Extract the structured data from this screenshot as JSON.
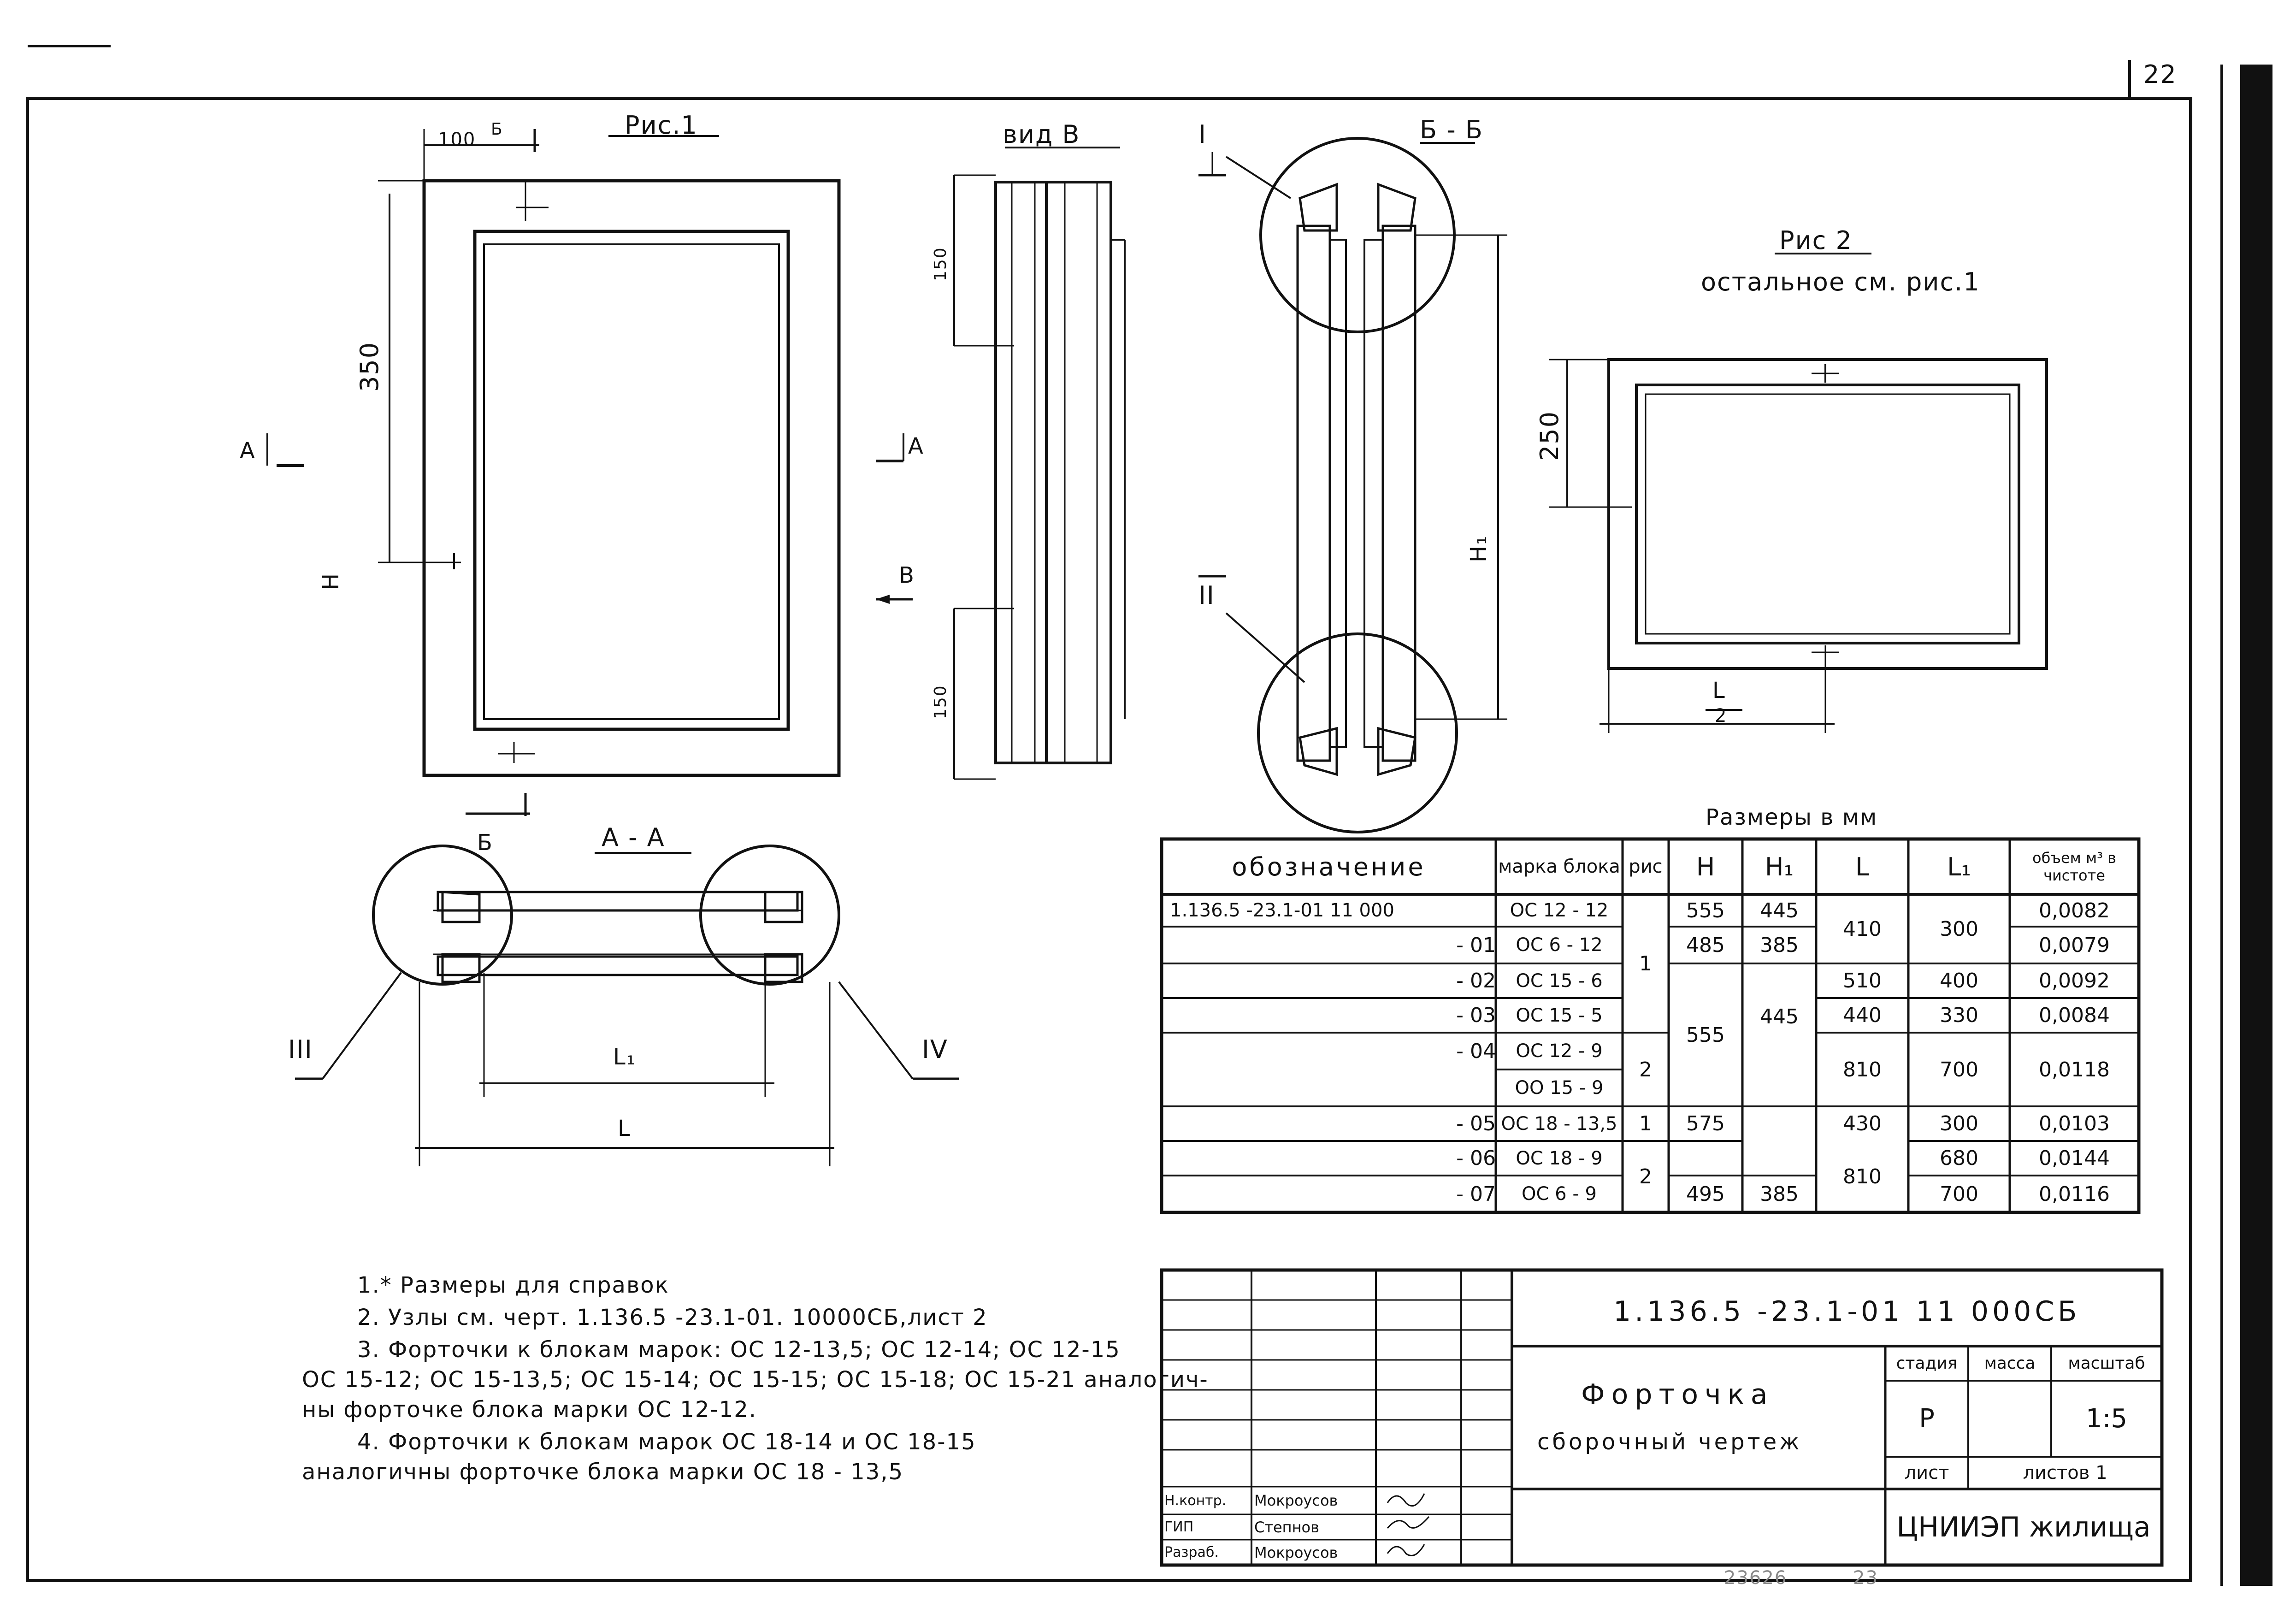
{
  "page_number": "22",
  "fig1": {
    "title": "Рис.1",
    "dim_100": "100",
    "dim_b": "Б",
    "dim_350": "350",
    "dim_h": "H",
    "section_a": "А"
  },
  "view_v": {
    "title": "вид В",
    "dim_150_top": "150",
    "dim_150_bottom": "150",
    "section_a": "А",
    "arrow_v": "В"
  },
  "section_bb": {
    "title": "Б - Б",
    "node_i": "I",
    "node_ii": "II",
    "dim_h1": "H₁"
  },
  "fig2": {
    "title": "Рис 2",
    "subtitle": "остальное см. рис.1",
    "dim_250": "250",
    "dim_l": "L",
    "dim_2": "2"
  },
  "section_aa": {
    "title": "А - А",
    "label_b": "Б",
    "node_iii": "III",
    "node_iv": "IV",
    "dim_l1": "L₁",
    "dim_l": "L"
  },
  "table": {
    "caption": "Размеры в мм",
    "headers": [
      "обозначение",
      "марка блока",
      "рис",
      "H",
      "H₁",
      "L",
      "L₁",
      "объем м³ в чистоте"
    ],
    "rows": [
      {
        "designation": "1.136.5 -23.1-01 11 000",
        "mark": "ОС 12 - 12",
        "fig": "",
        "h": "555",
        "h1": "445",
        "l": "",
        "l1": "",
        "volume": "0,0082"
      },
      {
        "designation": "- 01",
        "mark": "ОС 6 - 12",
        "fig": "",
        "h": "485",
        "h1": "385",
        "l": "",
        "l1": "",
        "volume": "0,0079"
      },
      {
        "designation": "- 02",
        "mark": "ОС 15 - 6",
        "fig": "",
        "h": "",
        "h1": "",
        "l": "510",
        "l1": "400",
        "volume": "0,0092"
      },
      {
        "designation": "- 03",
        "mark": "ОС 15 - 5",
        "fig": "",
        "h": "",
        "h1": "",
        "l": "440",
        "l1": "330",
        "volume": "0,0084"
      },
      {
        "designation": "- 04",
        "mark": "ОС 12 - 9",
        "fig": "",
        "h": "",
        "h1": "",
        "l": "",
        "l1": "",
        "volume": ""
      },
      {
        "designation": "",
        "mark": "ОО 15 - 9",
        "fig": "",
        "h": "",
        "h1": "",
        "l": "",
        "l1": "",
        "volume": ""
      },
      {
        "designation": "- 05",
        "mark": "ОС 18 - 13,5",
        "fig": "1",
        "h": "575",
        "h1": "",
        "l": "430",
        "l1": "300",
        "volume": "0,0103"
      },
      {
        "designation": "- 06",
        "mark": "ОС 18 - 9",
        "fig": "",
        "h": "",
        "h1": "",
        "l": "",
        "l1": "680",
        "volume": "0,0144"
      },
      {
        "designation": "- 07",
        "mark": "ОС 6 - 9",
        "fig": "",
        "h": "495",
        "h1": "385",
        "l": "",
        "l1": "700",
        "volume": "0,0116"
      }
    ],
    "merged": {
      "l_01": "410",
      "l1_01": "300",
      "fig_1": "1",
      "fig_2a": "2",
      "fig_2b": "2",
      "h_555": "555",
      "h1_445": "445",
      "l_04": "810",
      "l1_04": "700",
      "vol_04": "0,0118",
      "l_06": "810"
    }
  },
  "notes": [
    "1.* Размеры для справок",
    "2. Узлы см. черт. 1.136.5 -23.1-01. 10000СБ,лист 2",
    "3. Форточки к блокам марок: ОС 12-13,5; ОС 12-14; ОС 12-15",
    "ОС 15-12; ОС 15-13,5; ОС 15-14; ОС 15-15; ОС 15-18; ОС 15-21 аналогич-",
    "ны форточке блока марки ОС 12-12.",
    "4. Форточки к блокам марок ОС 18-14 и ОС 18-15",
    "аналогичны форточке блока марки ОС 18 - 13,5"
  ],
  "title_block": {
    "code": "1.136.5 -23.1-01 11 000СБ",
    "name": "Форточка",
    "subname": "сборочный чертеж",
    "stage_label": "стадия",
    "mass_label": "масса",
    "scale_label": "масштаб",
    "stage": "Р",
    "mass": "",
    "scale": "1:5",
    "sheet_label": "лист",
    "sheets_label": "листов 1",
    "org": "ЦНИИЭП жилища",
    "roles": [
      {
        "role": "Н.контр.",
        "name": "Мокроусов"
      },
      {
        "role": "ГИП",
        "name": "Степнов"
      },
      {
        "role": "Разраб.",
        "name": "Мокроусов"
      }
    ]
  },
  "footer": {
    "stamp": "23626",
    "num": "23"
  }
}
